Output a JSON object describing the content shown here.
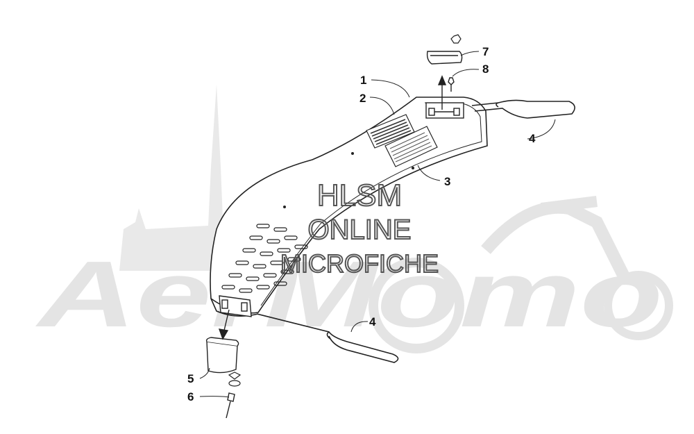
{
  "colors": {
    "line": "#222222",
    "background_logo": "#e4e4e4",
    "watermark_stroke": "#555555"
  },
  "watermark": {
    "line1": "HLSM",
    "line2": "ONLINE",
    "line3": "MICROFICHE"
  },
  "background_logo": {
    "text": "AerMomo"
  },
  "callouts": {
    "c1": "1",
    "c2": "2",
    "c3": "3",
    "c4a": "4",
    "c4b": "4",
    "c5": "5",
    "c6": "6",
    "c7": "7",
    "c8": "8"
  }
}
